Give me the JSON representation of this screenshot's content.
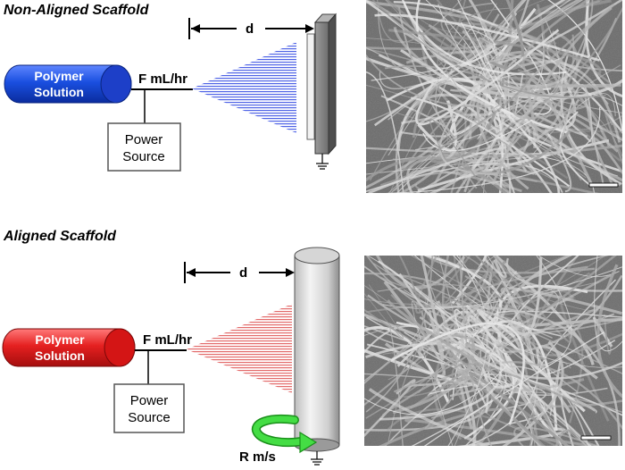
{
  "sections": [
    {
      "title": "Non-Aligned Scaffold",
      "solution_line1": "Polymer",
      "solution_line2": "Solution",
      "flow_rate": "F mL/hr",
      "power_line1": "Power",
      "power_line2": "Source",
      "distance": "d",
      "colors": {
        "syringe": "#1a4fe0",
        "syringe_dark": "#0c2aa0",
        "spray": "#5a6fe0"
      },
      "collector": "flat-plate"
    },
    {
      "title": "Aligned Scaffold",
      "solution_line1": "Polymer",
      "solution_line2": "Solution",
      "flow_rate": "F mL/hr",
      "power_line1": "Power",
      "power_line2": "Source",
      "distance": "d",
      "rotation": "R m/s",
      "colors": {
        "syringe": "#e52020",
        "syringe_dark": "#a80f0f",
        "spray": "#e07070",
        "arrow": "#33cc33"
      },
      "collector": "rotating-drum"
    }
  ],
  "micrographs": [
    {
      "name": "non-aligned-fiber-micrograph",
      "icon": "sem-image"
    },
    {
      "name": "aligned-fiber-micrograph",
      "icon": "sem-image"
    }
  ]
}
